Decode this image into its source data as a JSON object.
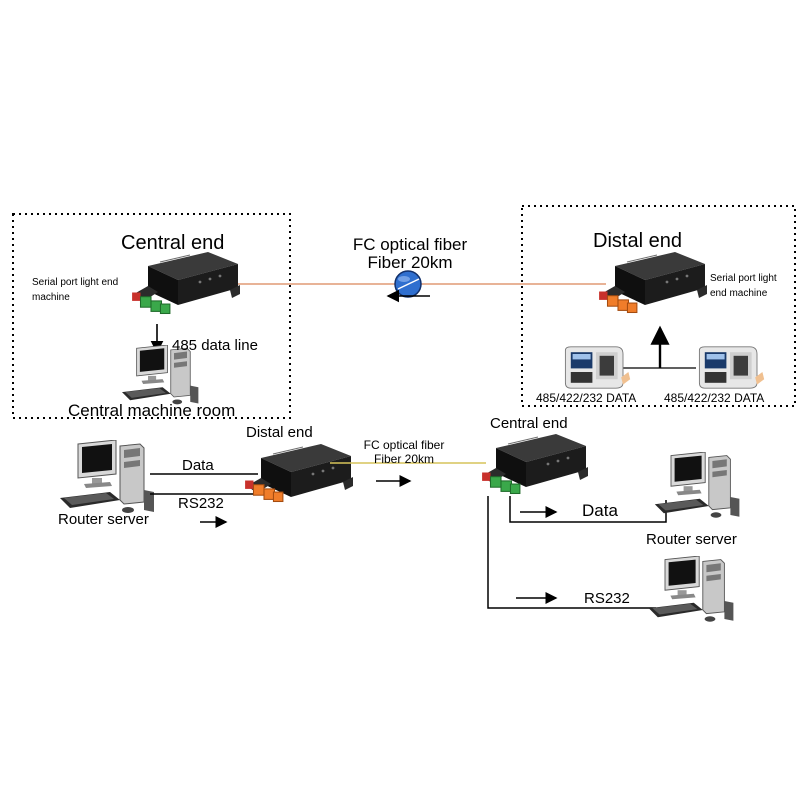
{
  "top": {
    "central": {
      "title": "Central end",
      "side_label": "Serial port light end machine",
      "line_label": "485 data line",
      "room_label": "Central machine room"
    },
    "link": {
      "line1": "FC optical fiber",
      "line2": "Fiber  20km"
    },
    "distal": {
      "title": "Distal end",
      "side_label": "Serial port light end machine",
      "device_labels": [
        "485/422/232 DATA",
        "485/422/232 DATA"
      ]
    }
  },
  "bottom": {
    "left": {
      "server_label": "Router server",
      "data_label": "Data",
      "rs232_label": "RS232"
    },
    "distal_title": "Distal end",
    "link": {
      "line1": "FC optical fiber",
      "line2": "Fiber  20km"
    },
    "central_title": "Central end",
    "right": {
      "data_label": "Data",
      "server_label": "Router server",
      "rs232_label": "RS232"
    }
  },
  "colors": {
    "fiber_top": "#e09a75",
    "fiber_bottom": "#d6c45a",
    "device_body": "#1c1c1c",
    "connector_green": "#3aa84a",
    "connector_orange": "#f07d2a",
    "coupler": "#2f6fcf"
  }
}
